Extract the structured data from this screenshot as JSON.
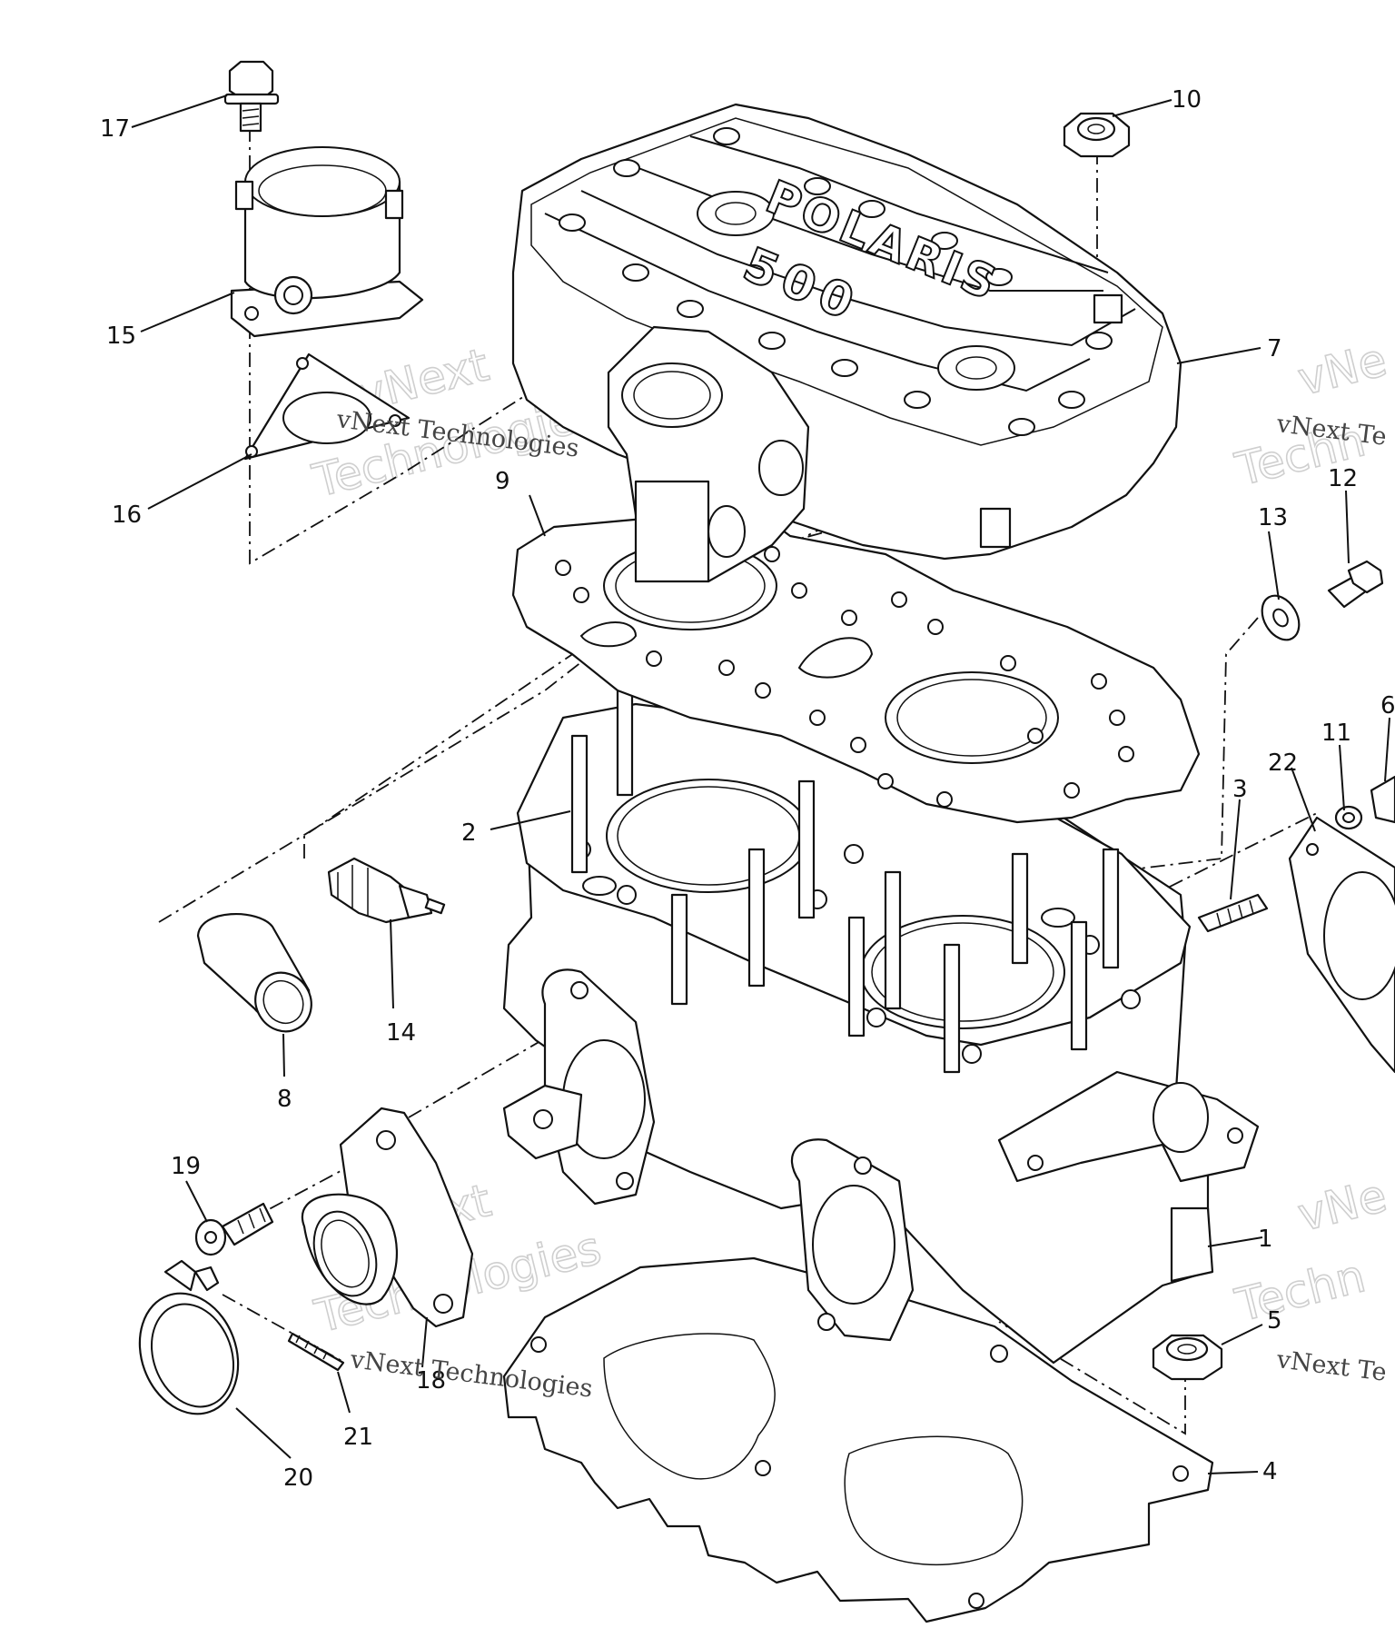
{
  "diagram": {
    "callouts": [
      "1",
      "2",
      "3",
      "4",
      "5",
      "6",
      "7",
      "8",
      "9",
      "10",
      "11",
      "12",
      "13",
      "14",
      "15",
      "16",
      "17",
      "18",
      "19",
      "20",
      "21",
      "22"
    ],
    "cover_lettering": [
      "POLARIS",
      "500"
    ],
    "watermark": {
      "brand": "vNext",
      "brand_word": "Technologies",
      "full": "vNext Technologies",
      "partial_brand": "vNe",
      "partial_full": "vNext Te",
      "partial_word": "Techn"
    }
  }
}
